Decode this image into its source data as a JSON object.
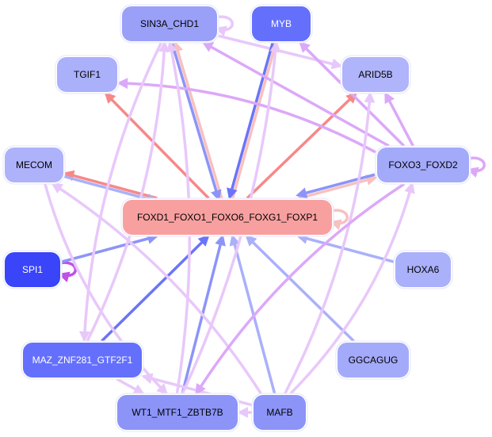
{
  "title": "Transcription factor regulatory network",
  "colors": {
    "edge_pink": "#e8c8fa",
    "edge_violet": "#dca8f8",
    "edge_red": "#f78888",
    "edge_lightred": "#f8c0c0",
    "edge_blue": "#6a74f8",
    "edge_midblue": "#8c94f8",
    "edge_lightblue": "#aab0fa",
    "edge_magenta": "#c050e8",
    "node_border": "#e4e6fb"
  },
  "nodes": [
    {
      "id": "SIN3A_CHD1",
      "label": "SIN3A_CHD1",
      "fill": "#9aa0f8",
      "text": "#000000"
    },
    {
      "id": "MYB",
      "label": "MYB",
      "fill": "#6470fc",
      "text": "#ffffff"
    },
    {
      "id": "TGIF1",
      "label": "TGIF1",
      "fill": "#aab0fa",
      "text": "#000000"
    },
    {
      "id": "ARID5B",
      "label": "ARID5B",
      "fill": "#b0b4fa",
      "text": "#000000"
    },
    {
      "id": "MECOM",
      "label": "MECOM",
      "fill": "#aeb2fa",
      "text": "#000000"
    },
    {
      "id": "FOXO3_FOXD2",
      "label": "FOXO3_FOXD2",
      "fill": "#a4aafa",
      "text": "#000000"
    },
    {
      "id": "FOXD1_FOXO1_FOXO6_FOXG1_FOXP1",
      "label": "FOXD1_FOXO1_FOXO6_FOXG1_FOXP1",
      "fill": "#f8a0a0",
      "text": "#000000"
    },
    {
      "id": "SPI1",
      "label": "SPI1",
      "fill": "#3a44f8",
      "text": "#ffffff"
    },
    {
      "id": "HOXA6",
      "label": "HOXA6",
      "fill": "#aab0fa",
      "text": "#000000"
    },
    {
      "id": "MAZ_ZNF281_GTF2F1",
      "label": "MAZ_ZNF281_GTF2F1",
      "fill": "#6470fc",
      "text": "#ffffff"
    },
    {
      "id": "GGCAGUG",
      "label": "GGCAGUG",
      "fill": "#a4aafa",
      "text": "#000000"
    },
    {
      "id": "WT1_MTF1_ZBTB7B",
      "label": "WT1_MTF1_ZBTB7B",
      "fill": "#8c94f8",
      "text": "#000000"
    },
    {
      "id": "MAFB",
      "label": "MAFB",
      "fill": "#8c94f8",
      "text": "#000000"
    }
  ],
  "edges": [
    {
      "from": "SIN3A_CHD1",
      "to": "SIN3A_CHD1",
      "color": "edge_pink"
    },
    {
      "from": "SIN3A_CHD1",
      "to": "ARID5B",
      "color": "edge_pink"
    },
    {
      "from": "FOXD1_FOXO1_FOXO6_FOXG1_FOXP1",
      "to": "SIN3A_CHD1",
      "color": "edge_lightred"
    },
    {
      "from": "SIN3A_CHD1",
      "to": "FOXD1_FOXO1_FOXO6_FOXG1_FOXP1",
      "color": "edge_midblue"
    },
    {
      "from": "FOXD1_FOXO1_FOXO6_FOXG1_FOXP1",
      "to": "MYB",
      "color": "edge_lightred"
    },
    {
      "from": "MYB",
      "to": "FOXD1_FOXO1_FOXO6_FOXG1_FOXP1",
      "color": "edge_blue"
    },
    {
      "from": "FOXD1_FOXO1_FOXO6_FOXG1_FOXP1",
      "to": "TGIF1",
      "color": "edge_red"
    },
    {
      "from": "FOXD1_FOXO1_FOXO6_FOXG1_FOXP1",
      "to": "ARID5B",
      "color": "edge_red"
    },
    {
      "from": "FOXD1_FOXO1_FOXO6_FOXG1_FOXP1",
      "to": "MECOM",
      "color": "edge_red"
    },
    {
      "from": "MECOM",
      "to": "FOXD1_FOXO1_FOXO6_FOXG1_FOXP1",
      "color": "edge_lightblue"
    },
    {
      "from": "FOXD1_FOXO1_FOXO6_FOXG1_FOXP1",
      "to": "FOXO3_FOXD2",
      "color": "edge_lightred"
    },
    {
      "from": "FOXO3_FOXD2",
      "to": "FOXD1_FOXO1_FOXO6_FOXG1_FOXP1",
      "color": "edge_midblue"
    },
    {
      "from": "FOXD1_FOXO1_FOXO6_FOXG1_FOXP1",
      "to": "FOXD1_FOXO1_FOXO6_FOXG1_FOXP1",
      "color": "edge_lightred"
    },
    {
      "from": "FOXO3_FOXD2",
      "to": "FOXO3_FOXD2",
      "color": "edge_violet"
    },
    {
      "from": "FOXO3_FOXD2",
      "to": "TGIF1",
      "color": "edge_violet"
    },
    {
      "from": "FOXO3_FOXD2",
      "to": "SIN3A_CHD1",
      "color": "edge_violet"
    },
    {
      "from": "FOXO3_FOXD2",
      "to": "ARID5B",
      "color": "edge_violet"
    },
    {
      "from": "FOXO3_FOXD2",
      "to": "MYB",
      "color": "edge_violet"
    },
    {
      "from": "SPI1",
      "to": "SPI1",
      "color": "edge_magenta"
    },
    {
      "from": "SPI1",
      "to": "FOXD1_FOXO1_FOXO6_FOXG1_FOXP1",
      "color": "edge_midblue"
    },
    {
      "from": "HOXA6",
      "to": "FOXD1_FOXO1_FOXO6_FOXG1_FOXP1",
      "color": "edge_lightblue"
    },
    {
      "from": "MAZ_ZNF281_GTF2F1",
      "to": "FOXD1_FOXO1_FOXO6_FOXG1_FOXP1",
      "color": "edge_blue"
    },
    {
      "from": "GGCAGUG",
      "to": "FOXD1_FOXO1_FOXO6_FOXG1_FOXP1",
      "color": "edge_lightblue"
    },
    {
      "from": "WT1_MTF1_ZBTB7B",
      "to": "FOXD1_FOXO1_FOXO6_FOXG1_FOXP1",
      "color": "edge_midblue"
    },
    {
      "from": "MAFB",
      "to": "FOXD1_FOXO1_FOXO6_FOXG1_FOXP1",
      "color": "edge_lightblue"
    },
    {
      "from": "MAFB",
      "to": "WT1_MTF1_ZBTB7B",
      "color": "edge_pink"
    },
    {
      "from": "MAFB",
      "to": "MAZ_ZNF281_GTF2F1",
      "color": "edge_pink"
    },
    {
      "from": "MAFB",
      "to": "ARID5B",
      "color": "edge_pink"
    },
    {
      "from": "MAFB",
      "to": "FOXO3_FOXD2",
      "color": "edge_pink"
    },
    {
      "from": "MAFB",
      "to": "MECOM",
      "color": "edge_pink"
    },
    {
      "from": "MAZ_ZNF281_GTF2F1",
      "to": "WT1_MTF1_ZBTB7B",
      "color": "edge_pink"
    },
    {
      "from": "MAZ_ZNF281_GTF2F1",
      "to": "SIN3A_CHD1",
      "color": "edge_pink"
    },
    {
      "from": "WT1_MTF1_ZBTB7B",
      "to": "SIN3A_CHD1",
      "color": "edge_pink"
    },
    {
      "from": "WT1_MTF1_ZBTB7B",
      "to": "MYB",
      "color": "edge_pink"
    },
    {
      "from": "FOXO3_FOXD2",
      "to": "WT1_MTF1_ZBTB7B",
      "color": "edge_violet"
    },
    {
      "from": "MECOM",
      "to": "WT1_MTF1_ZBTB7B",
      "color": "edge_pink"
    },
    {
      "from": "SIN3A_CHD1",
      "to": "MAZ_ZNF281_GTF2F1",
      "color": "edge_pink"
    }
  ]
}
